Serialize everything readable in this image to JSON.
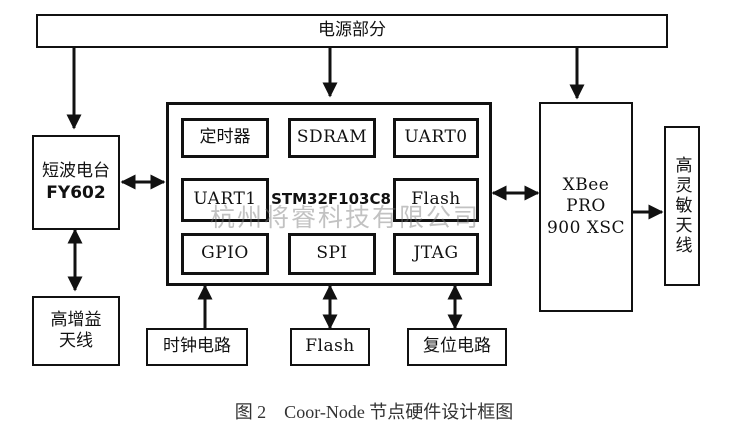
{
  "power": "电源部分",
  "sw_radio": [
    "短波电台",
    "FY602"
  ],
  "antenna_gain": [
    "高增益",
    "天线"
  ],
  "mcu": {
    "chip": "STM32F103C8",
    "timer": "定时器",
    "sdram": "SDRAM",
    "uart0": "UART0",
    "uart1": "UART1",
    "flash": "Flash",
    "gpio": "GPIO",
    "spi": "SPI",
    "jtag": "JTAG"
  },
  "clock": "时钟电路",
  "ext_flash": "Flash",
  "reset": "复位电路",
  "xbee": [
    "XBee PRO",
    "900 XSC"
  ],
  "antenna_sens": "高灵敏天线",
  "watermark": "杭州将睿科技有限公司",
  "caption": "图 2　Coor-Node 节点硬件设计框图"
}
